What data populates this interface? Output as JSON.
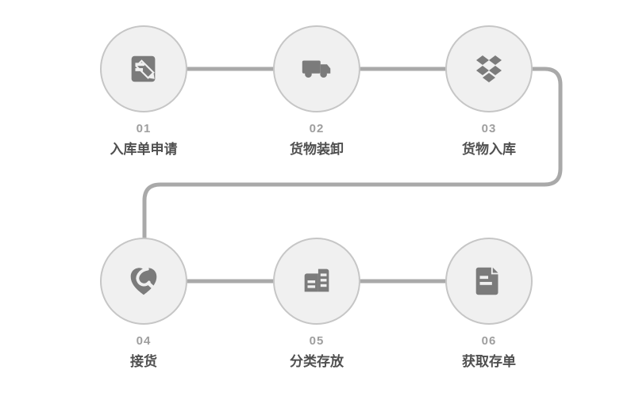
{
  "diagram": {
    "type": "process-flow",
    "colors": {
      "background": "#ffffff",
      "circle_fill": "#f0f0f0",
      "circle_border": "#c6c6c6",
      "icon": "#7b7b7b",
      "connector": "#a9a9a9",
      "number_text": "#9e9e9e",
      "label_text": "#4f4f4f"
    },
    "steps": [
      {
        "number": "01",
        "label": "入库单申请",
        "icon": "edit-document-icon"
      },
      {
        "number": "02",
        "label": "货物装卸",
        "icon": "truck-icon"
      },
      {
        "number": "03",
        "label": "货物入库",
        "icon": "dropbox-boxes-icon"
      },
      {
        "number": "04",
        "label": "接货",
        "icon": "heart-handshake-icon"
      },
      {
        "number": "05",
        "label": "分类存放",
        "icon": "warehouse-buildings-icon"
      },
      {
        "number": "06",
        "label": "获取存单",
        "icon": "receipt-document-icon"
      }
    ],
    "flow_order": [
      "01",
      "02",
      "03",
      "04",
      "05",
      "06"
    ]
  }
}
